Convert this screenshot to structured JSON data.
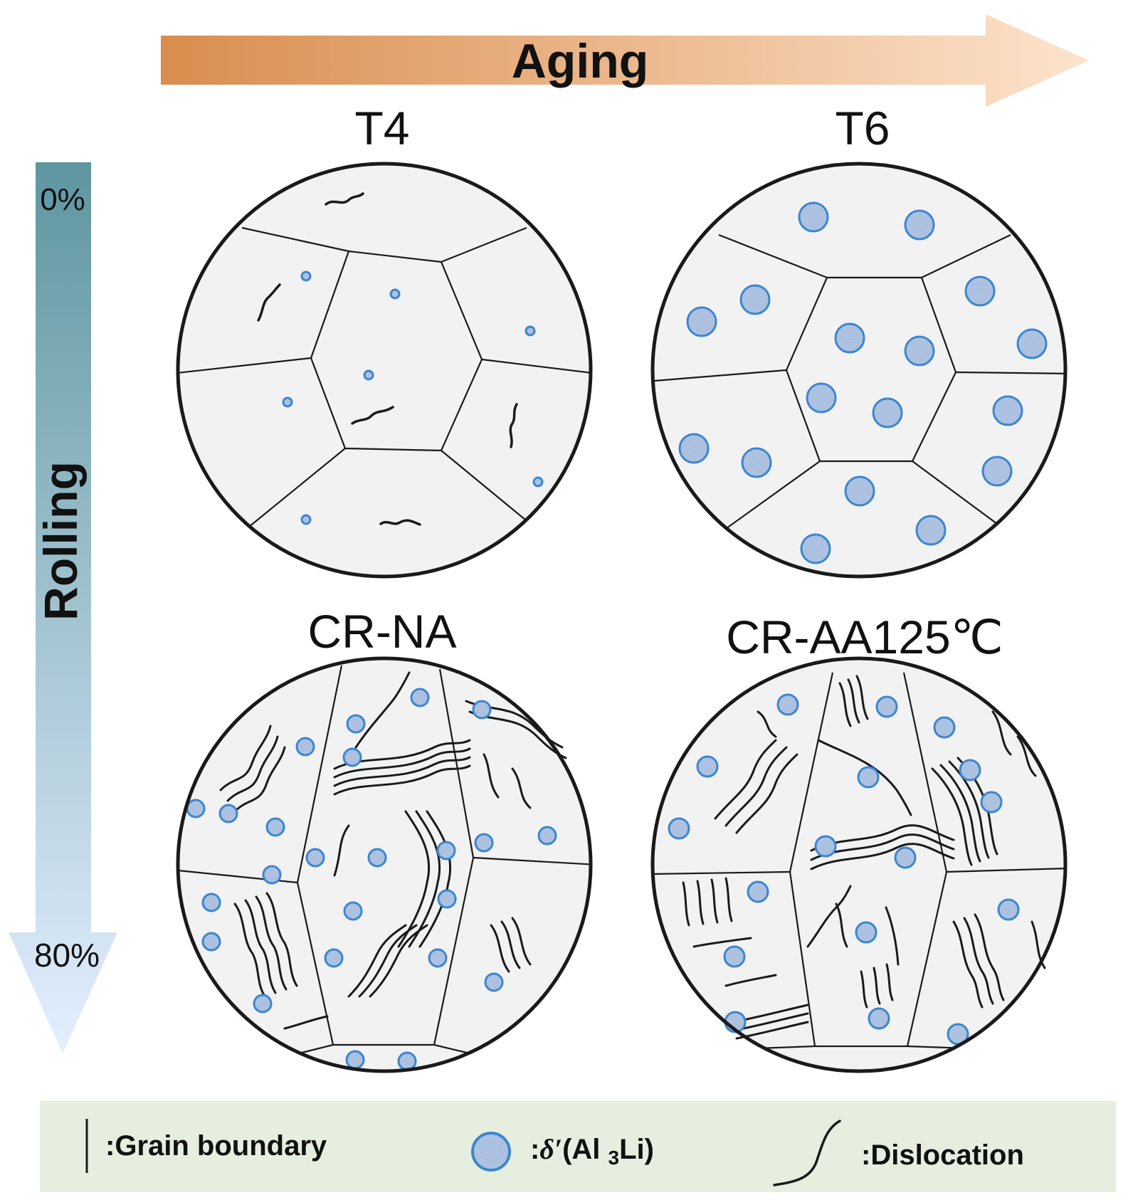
{
  "aging_arrow": {
    "label": "Aging",
    "color_start": "#d98d4e",
    "color_end": "#fde3cc"
  },
  "rolling_arrow": {
    "label": "Rolling",
    "start_label": "0%",
    "end_label": "80%",
    "color_start": "#5e96a0",
    "color_end": "#e4efff"
  },
  "panels": [
    {
      "id": "t4",
      "label": "T4"
    },
    {
      "id": "t6",
      "label": "T6"
    },
    {
      "id": "cr-na",
      "label": "CR-NA"
    },
    {
      "id": "cr-aa",
      "label": "CR-AA125℃"
    }
  ],
  "legend": {
    "background": "#e6efdf",
    "items": [
      {
        "icon": "grain-boundary-line-icon",
        "label": ":Grain boundary"
      },
      {
        "icon": "precipitate-circle-icon",
        "label_prefix": ":",
        "label_symbol": "δ′",
        "label_rest": "(Al ",
        "label_sub": "3",
        "label_end": "Li)"
      },
      {
        "icon": "dislocation-curve-icon",
        "label": ":Dislocation"
      }
    ]
  },
  "colors": {
    "particle_fill": "#b9cbe6",
    "particle_stroke": "#3c86cf",
    "grain_fill": "#f2f2f2",
    "line": "#1a1a1a"
  }
}
